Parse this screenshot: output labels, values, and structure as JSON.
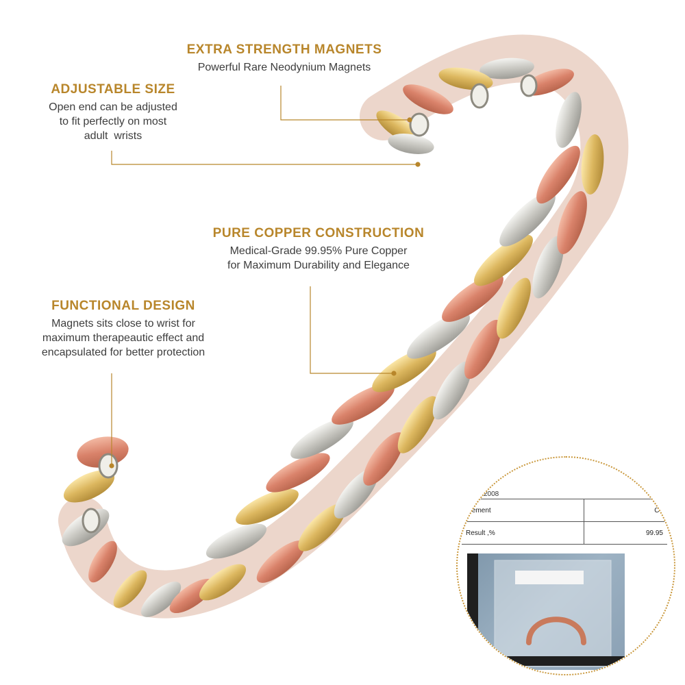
{
  "features": {
    "magnets": {
      "title": "EXTRA STRENGTH MAGNETS",
      "lines": [
        "Powerful Rare Neodynium Magnets"
      ]
    },
    "adjustable": {
      "title": "ADJUSTABLE SIZE",
      "lines": [
        "Open end can be adjusted",
        "to fit perfectly on most",
        "adult  wrists"
      ]
    },
    "copper": {
      "title": "PURE COPPER CONSTRUCTION",
      "lines": [
        "Medical-Grade 99.95% Pure Copper",
        "for Maximum Durability and Elegance"
      ]
    },
    "functional": {
      "title": "FUNCTIONAL DESIGN",
      "lines": [
        "Magnets sits close to wrist for",
        "maximum therapeautic effect and",
        "encapsulated for better protection"
      ]
    }
  },
  "test_report": {
    "year": "2008",
    "element_label": "Element",
    "element_value": "Cu",
    "result_label": "Result ,%",
    "result_value": "99.95"
  },
  "colors": {
    "accent": "#b8862b",
    "copper": "#d9876a",
    "gold": "#e2c06a",
    "silver": "#cfcfcf"
  }
}
